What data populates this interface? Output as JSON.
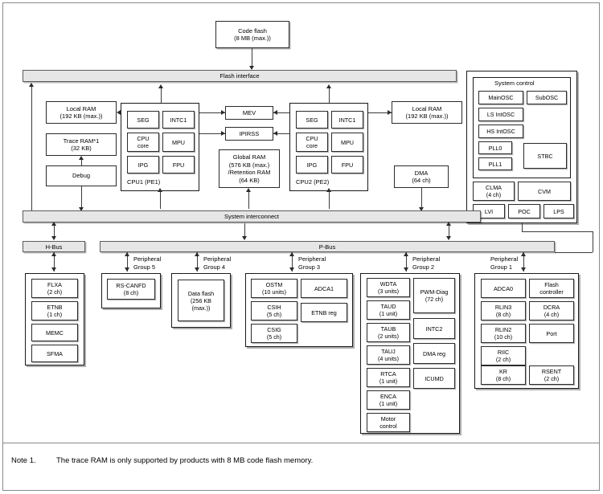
{
  "diagram": {
    "code_flash": "Code flash\n(8 MB (max.))",
    "flash_interface": "Flash interface",
    "system_interconnect": "System interconnect",
    "h_bus": "H-Bus",
    "p_bus": "P-Bus",
    "local_ram_left": "Local RAM\n(192 KB (max.))",
    "local_ram_right": "Local RAM\n(192 KB (max.))",
    "trace_ram": "Trace RAM*1\n(32 KB)",
    "debug": "Debug",
    "mev": "MEV",
    "ipirss": "IPIRSS",
    "global_ram": "Global RAM\n(576 KB (max.)\n/Retention RAM\n(64 KB)",
    "dma": "DMA\n(64 ch)",
    "cpu1": {
      "title": "CPU1 (PE1)",
      "cells": [
        "SEG",
        "INTC1",
        "CPU\ncore",
        "MPU",
        "IPG",
        "FPU"
      ]
    },
    "cpu2": {
      "title": "CPU2 (PE2)",
      "cells": [
        "SEG",
        "INTC1",
        "CPU\ncore",
        "MPU",
        "IPG",
        "FPU"
      ]
    },
    "system_control": {
      "title": "System control",
      "inner": [
        "MainOSC",
        "SubOSC",
        "LS IntOSC",
        "HS IntOSC",
        "PLL0",
        "PLL1",
        "STBC"
      ],
      "outer": [
        "CLMA\n(4 ch)",
        "CVM",
        "LVI",
        "POC",
        "LPS"
      ]
    },
    "peripheral_labels": {
      "group5": "Peripheral\nGroup 5",
      "group4": "Peripheral\nGroup 4",
      "group3": "Peripheral\nGroup 3",
      "group2": "Peripheral\nGroup 2",
      "group1": "Peripheral\nGroup 1"
    },
    "h_bus_group": [
      "FLXA\n(2 ch)",
      "ETNB\n(1 ch)",
      "MEMC",
      "SFMA"
    ],
    "group5": [
      "RS-CANFD\n(8 ch)"
    ],
    "group4": [
      "Data flash\n(256 KB\n(max.))"
    ],
    "group3": {
      "col1": [
        "OSTM\n(10 units)",
        "CSIH\n(5 ch)",
        "CSIG\n(5 ch)"
      ],
      "col2": [
        "ADCA1",
        "ETNB reg"
      ]
    },
    "group2": {
      "col1": [
        "WDTA\n(3 units)",
        "TAUD\n(1 unit)",
        "TAUB\n(2 units)",
        "TAUJ\n(4 units)",
        "RTCA\n(1 unit)",
        "ENCA\n(1 unit)",
        "Motor\ncontrol"
      ],
      "col2": [
        "PWM-Diag\n(72 ch)",
        "INTC2",
        "DMA reg",
        "ICUMD"
      ]
    },
    "group1": {
      "col1": [
        "ADCA0",
        "RLIN3\n(8 ch)",
        "RLIN2\n(10 ch)",
        "RIIC\n(2 ch)",
        "KR\n(8 ch)"
      ],
      "col2": [
        "Flash\ncontroller",
        "DCRA\n(4 ch)",
        "Port",
        "RSENT\n(2 ch)"
      ]
    }
  },
  "note": {
    "number": "Note 1.",
    "text": "The trace RAM is only supported by products with 8 MB code flash memory."
  }
}
